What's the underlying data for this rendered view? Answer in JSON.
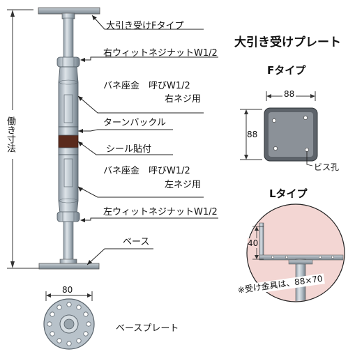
{
  "labels": {
    "f_type_bracket": "大引き受けFタイプ",
    "right_nut": "右ウィットネジナットW1/2",
    "spring_washer_right_1": "バネ座金　呼びW1/2",
    "spring_washer_right_2": "右ネジ用",
    "turnbuckle": "ターンバックル",
    "seal": "シール貼付",
    "spring_washer_left_1": "バネ座金　呼びW1/2",
    "spring_washer_left_2": "左ネジ用",
    "left_nut": "左ウィットネジナットW1/2",
    "base": "ベース",
    "working_length": "働き寸法",
    "base_plate": "ベースプレート",
    "base_plate_width": "80"
  },
  "plate_section": {
    "title": "大引き受けプレート",
    "f_type": "Fタイプ",
    "f_width": "88",
    "f_height": "88",
    "screw_hole": "ビス孔",
    "l_type": "Lタイプ",
    "l_height": "40",
    "note": "※受け金具は、88×70"
  }
}
